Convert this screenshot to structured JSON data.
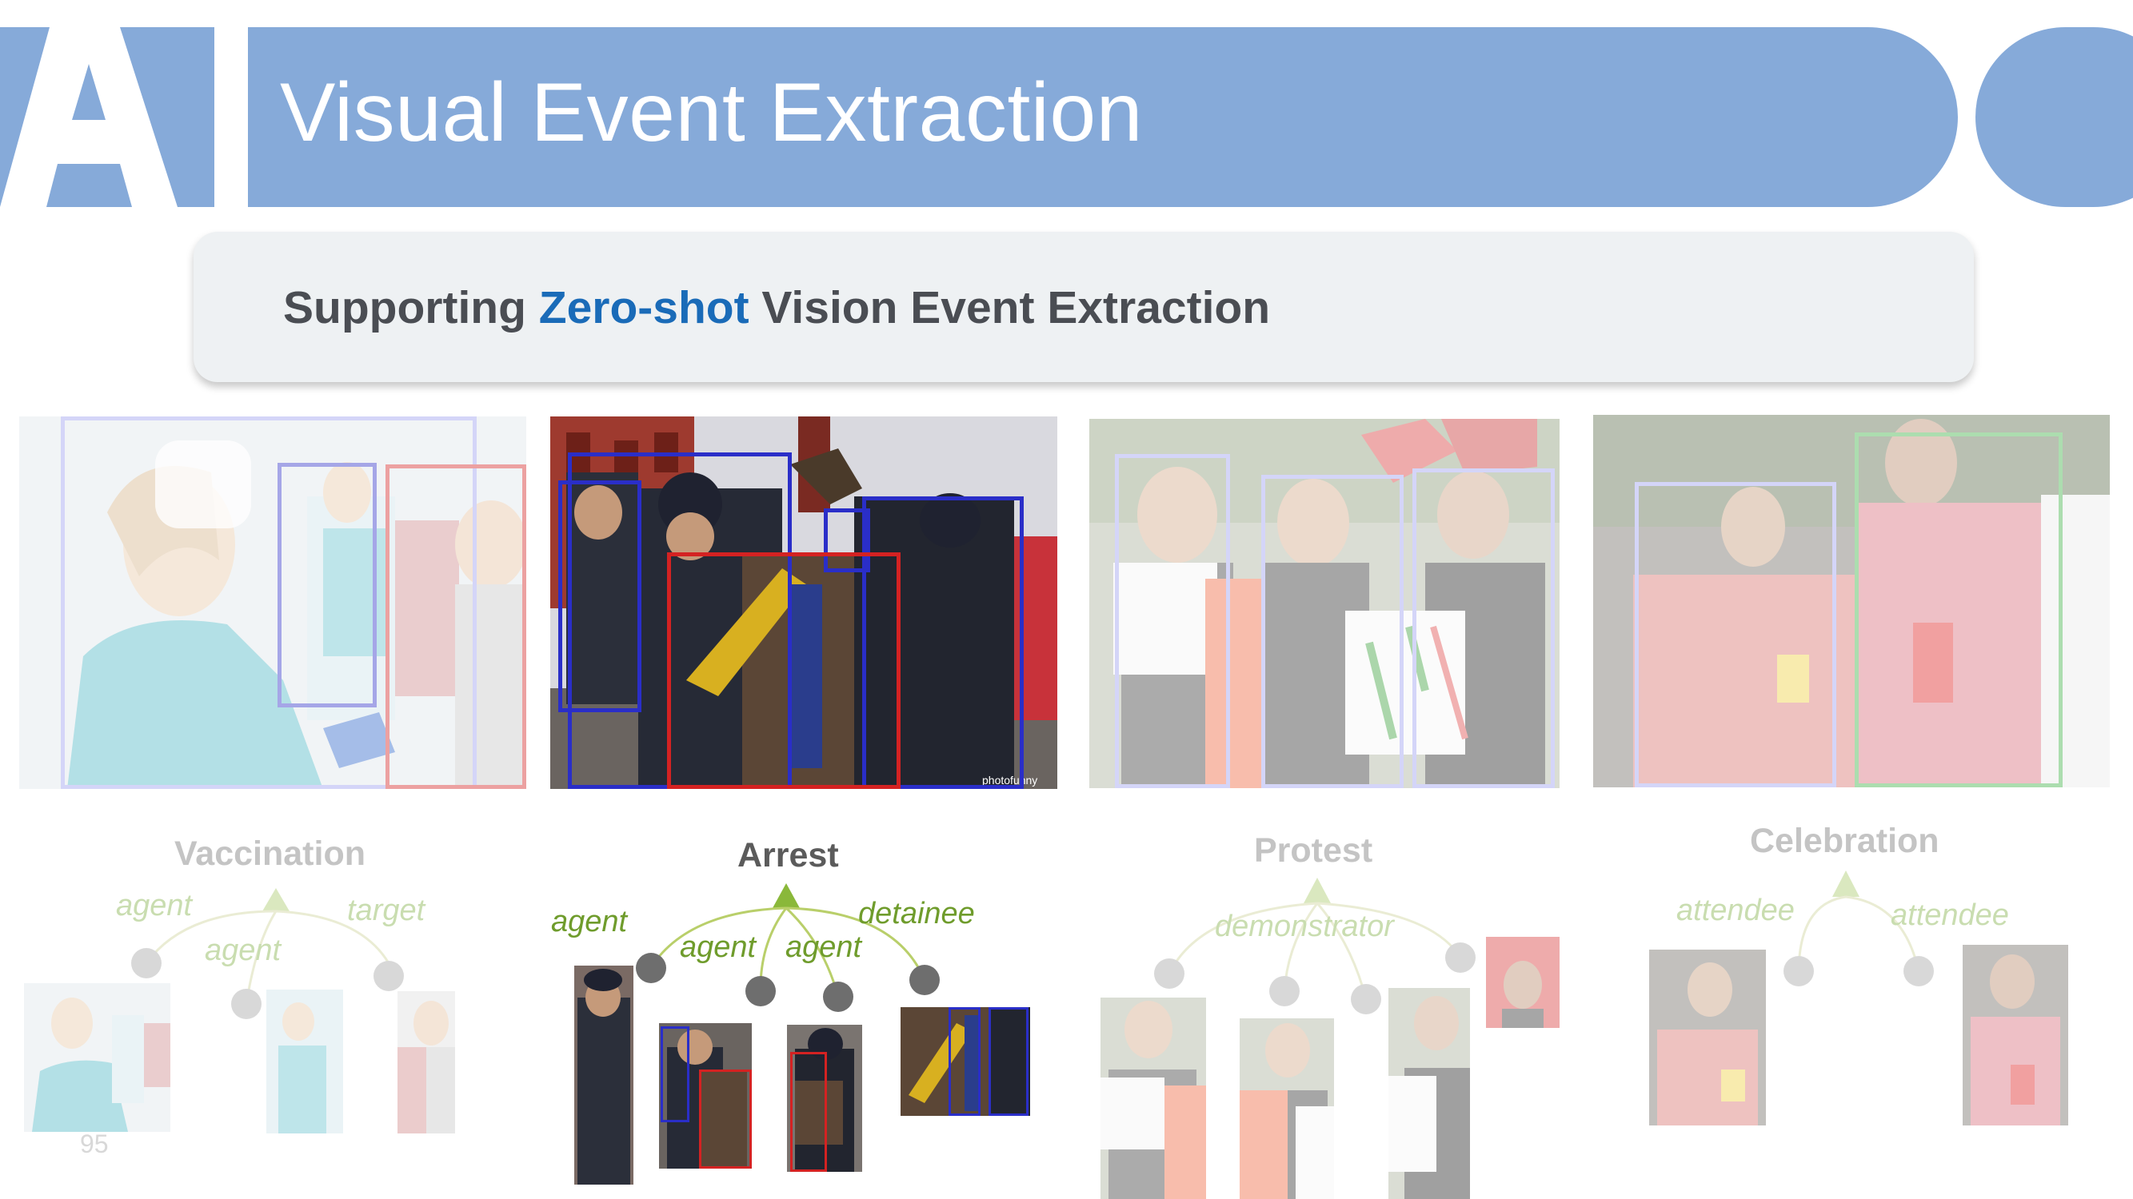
{
  "header": {
    "logo_text": "AI",
    "title": "Visual Event Extraction"
  },
  "callout": {
    "prefix": "Supporting ",
    "highlight": "Zero-shot",
    "suffix": " Vision Event Extraction"
  },
  "events": [
    {
      "name": "Vaccination",
      "roles": [
        "agent",
        "agent",
        "target"
      ]
    },
    {
      "name": "Arrest",
      "roles": [
        "agent",
        "agent",
        "agent",
        "detainee"
      ]
    },
    {
      "name": "Protest",
      "roles": [
        "demonstrator"
      ]
    },
    {
      "name": "Celebration",
      "roles": [
        "attendee",
        "attendee"
      ]
    }
  ],
  "watermark": "photofunny",
  "page_number": "95",
  "colors": {
    "banner": "#86aad9",
    "highlight": "#1a6bb8",
    "role_green": "#6f9c2c",
    "box_blue": "#2a2ec8",
    "box_red": "#d42222",
    "box_green": "#3cb043"
  }
}
